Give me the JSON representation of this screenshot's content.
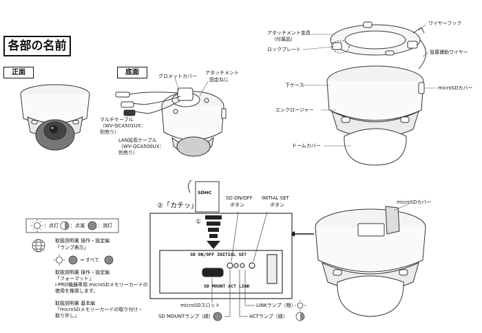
{
  "heading": "各部の名前",
  "sections": {
    "front": "正面",
    "bottom": "底面"
  },
  "labels": {
    "grommet_cover": "グロメットカバー",
    "attachment_screw_1": "アタッチメント",
    "attachment_screw_2": "固定ねじ",
    "multi_cable_1": "マルチケーブル",
    "multi_cable_2": "（WV-QCA501UX：",
    "multi_cable_3": "別売り）",
    "lan_cable_1": "LAN延長ケーブル",
    "lan_cable_2": "（WV-QCA500UX：",
    "lan_cable_3": "別売り）",
    "attach_fitting_1": "アタッチメント金具",
    "attach_fitting_2": "（付属品）",
    "lock_plate": "ロックプレート",
    "wire_hook": "ワイヤーフック",
    "safety_wire": "設置補助ワイヤー",
    "lower_case": "下ケース",
    "microsd_cover_top": "microSDカバー",
    "enclosure": "エンクロージャー",
    "dome_cover": "ドームカバー",
    "click": "②「カチッ」",
    "step1": "①",
    "sd_onoff_1": "SD ON/OFF",
    "sd_onoff_2": "ボタン",
    "initial_set_1": "INITIAL SET",
    "initial_set_2": "ボタン",
    "microsd_cover_right": "microSDカバー",
    "panel_top_text": "SD ON/OFF   INITIAL SET",
    "panel_bottom_text": "SD MOUNT  ACT  LINK",
    "microsd_slot": "microSDスロット",
    "sd_mount_lamp": "SD MOUNTランプ（緑）",
    "link_lamp": "LINKランプ（橙）",
    "act_lamp": "ACTランプ（緑）",
    "sd_card_text": "SDHC"
  },
  "legend": {
    "on": "：点灯",
    "blink": "：点滅",
    "off": "：消灯"
  },
  "notes": {
    "n1_line1": "取扱説明書 操作・設定編",
    "n1_line2": "「ランプ表示」",
    "arrow_all": "→ すべて",
    "n2_line1": "取扱説明書 操作・設定編",
    "n2_line2": "「フォーマット」",
    "n2_line3": "i-PRO機器専用 microSDメモリーカードの",
    "n2_line4": "使用を推奨します。",
    "n3_line1": "取扱説明書 基本編",
    "n3_line2": "「microSDメモリーカードの取り付け・",
    "n3_line3": "取り外し」"
  }
}
